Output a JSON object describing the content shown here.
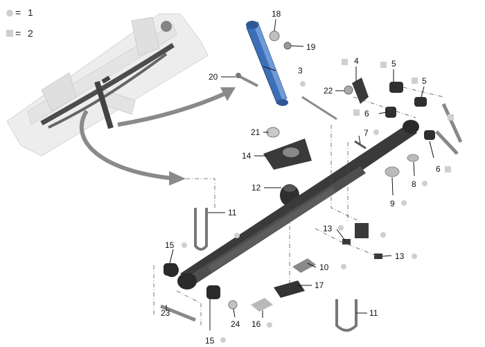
{
  "legend": [
    {
      "marker": "circle",
      "sign": "=",
      "value": "1"
    },
    {
      "marker": "square",
      "sign": "=",
      "value": "2"
    }
  ],
  "callouts": {
    "c18": "18",
    "c19": "19",
    "c3": "3",
    "c20": "20",
    "c4": "4",
    "c5a": "5",
    "c5b": "5",
    "c22": "22",
    "c6a": "6",
    "c6b": "6",
    "c21": "21",
    "c14": "14",
    "c7": "7",
    "c12": "12",
    "c8": "8",
    "c9": "9",
    "c11a": "11",
    "c11b": "11",
    "c13a": "13",
    "c13b": "13",
    "c15a": "15",
    "c15b": "15",
    "c10": "10",
    "c17": "17",
    "c23": "23",
    "c24": "24",
    "c16": "16"
  },
  "colors": {
    "shock_absorber": "#3d6fb8",
    "leaf_spring": "#3a3a3a",
    "arrow": "#8a8a8a",
    "marker": "#cfcfcf"
  }
}
